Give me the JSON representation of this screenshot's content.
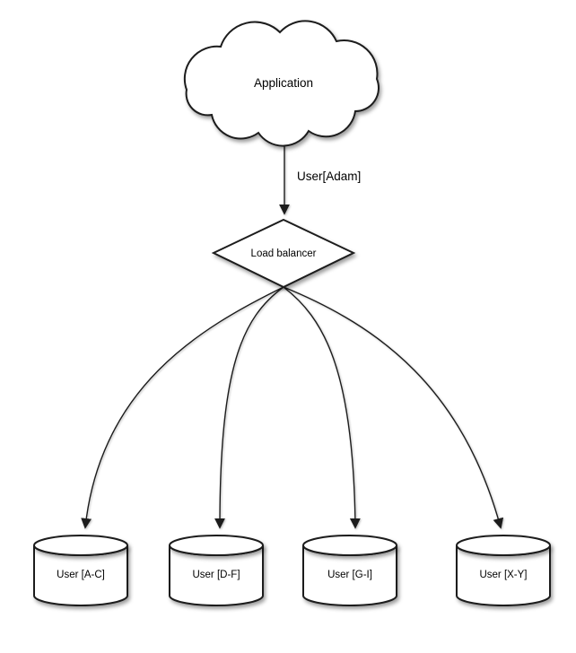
{
  "colors": {
    "background": "#ffffff",
    "shape_fill": "#ffffff",
    "stroke": "#1c1c1c",
    "text": "#000000"
  },
  "diagram": {
    "application": {
      "shape": "cloud",
      "label": "Application"
    },
    "request_edge": {
      "label": "User[Adam]"
    },
    "load_balancer": {
      "shape": "diamond",
      "label": "Load balancer"
    },
    "shards": [
      {
        "shape": "cylinder",
        "label": "User [A-C]"
      },
      {
        "shape": "cylinder",
        "label": "User [D-F]"
      },
      {
        "shape": "cylinder",
        "label": "User [G-I]"
      },
      {
        "shape": "cylinder",
        "label": "User [X-Y]"
      }
    ]
  }
}
